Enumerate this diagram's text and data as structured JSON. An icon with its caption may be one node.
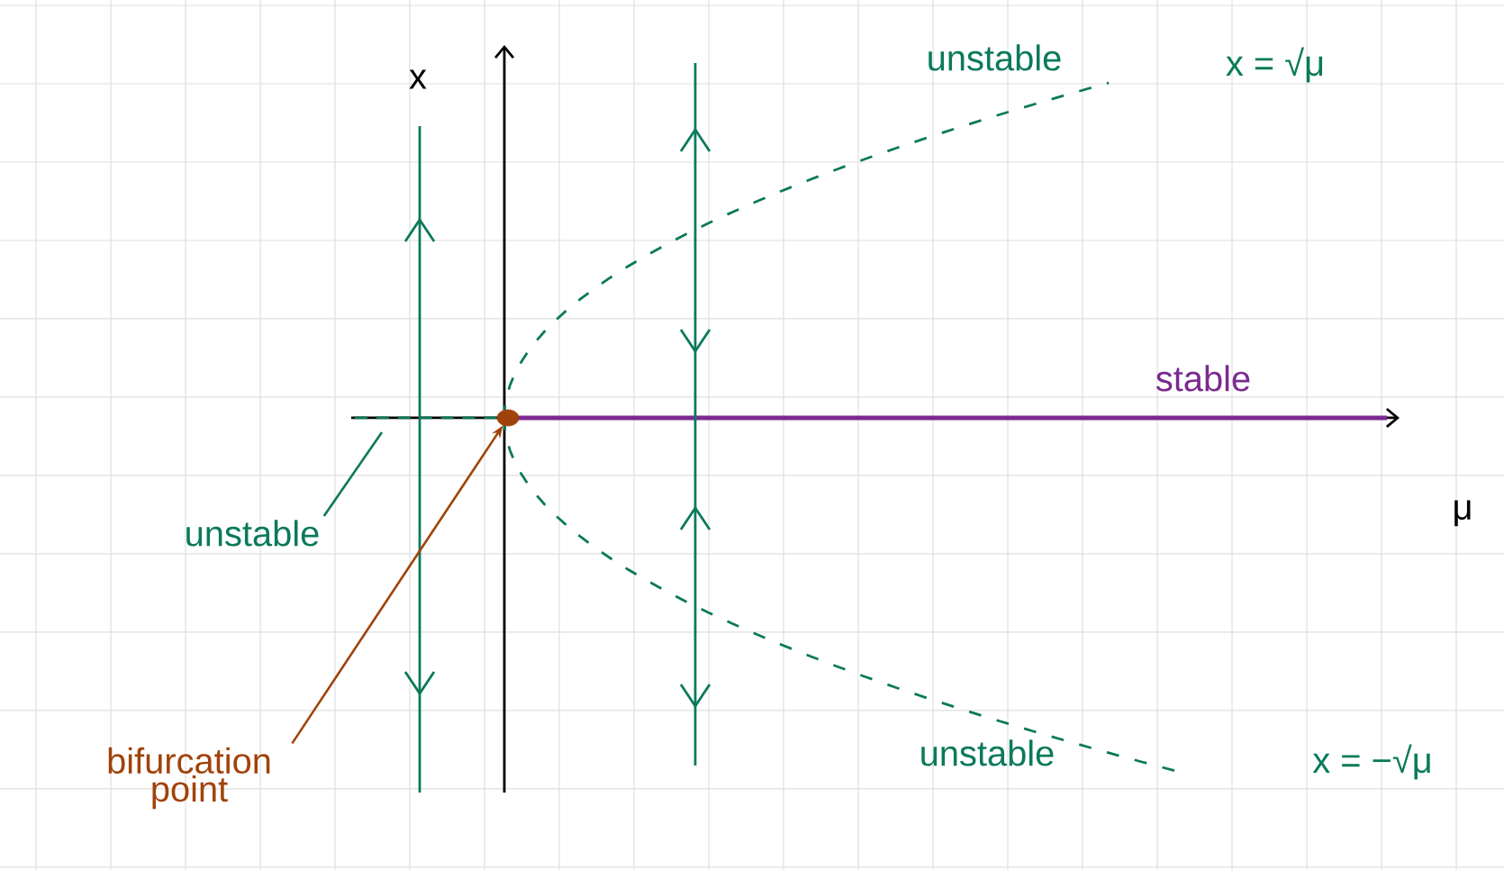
{
  "diagram": {
    "nodes": [
      {
        "text": [
          "unstable"
        ]
      },
      {
        "text": [
          "bifurcation point"
        ]
      },
      {
        "text": [],
        "shape": "circle"
      }
    ],
    "edges": [
      {
        "from": 0,
        "to": null,
        "arrow": "none",
        "color": "#0b7a5a"
      },
      {
        "from": 1,
        "to": 2,
        "arrow": "to",
        "color": "#a0430a"
      }
    ],
    "labels": [
      "x",
      "unstable",
      "x = √μ",
      "stable",
      "μ",
      "unstable",
      "x = −√μ"
    ]
  }
}
